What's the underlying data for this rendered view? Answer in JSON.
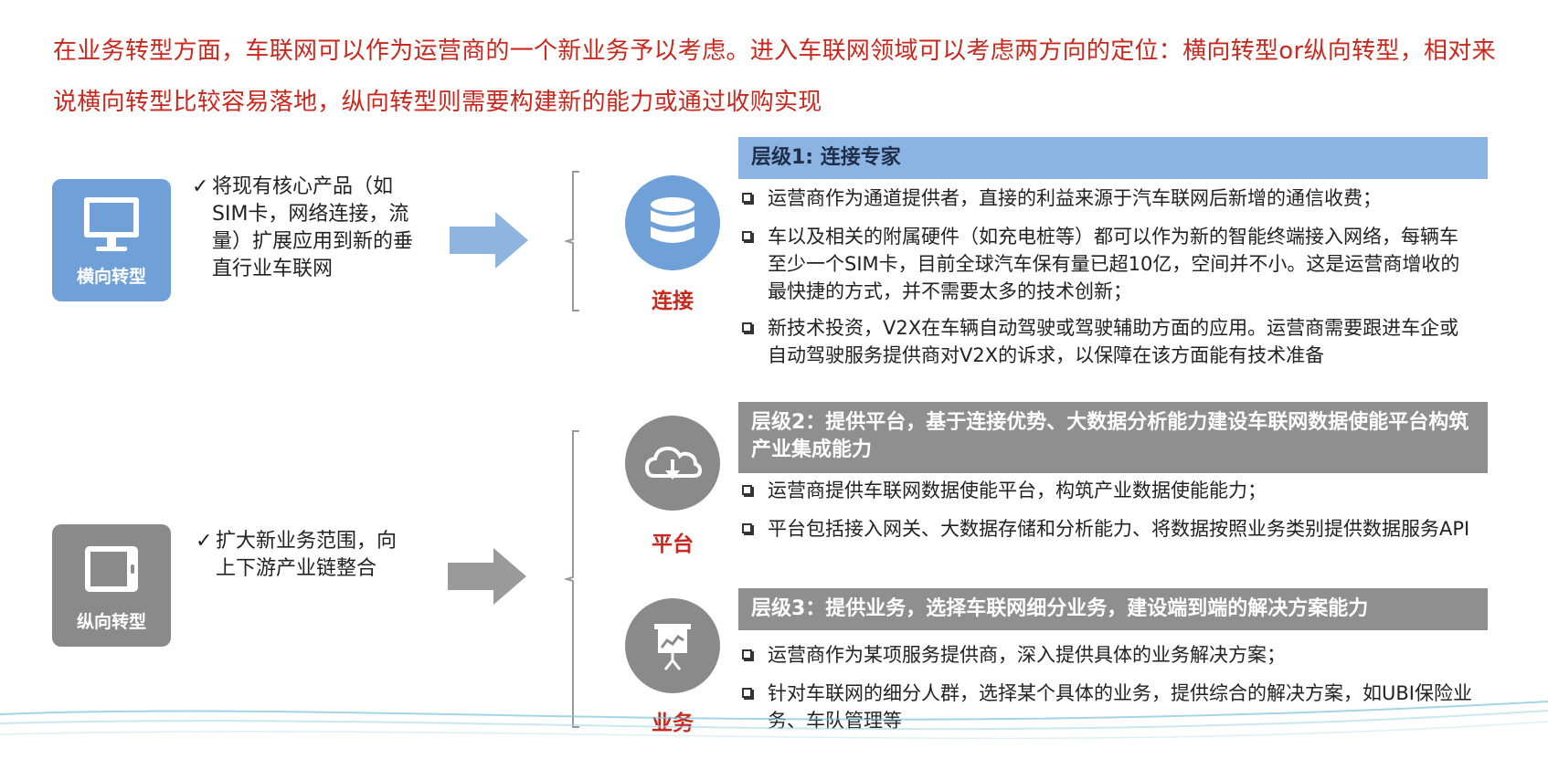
{
  "headline": "在业务转型方面，车联网可以作为运营商的一个新业务予以考虑。进入车联网领域可以考虑两方向的定位：横向转型or纵向转型，相对来说横向转型比较容易落地，纵向转型则需要构建新的能力或通过收购实现",
  "tracks": {
    "horizontal": {
      "label": "横向转型",
      "icon": "monitor-icon",
      "check": "✓",
      "desc": "将现有核心产品（如SIM卡，网络连接，流量）扩展应用到新的垂直行业车联网"
    },
    "vertical": {
      "label": "纵向转型",
      "icon": "tablet-icon",
      "check": "✓",
      "desc": "扩大新业务范围，向上下游产业链整合"
    }
  },
  "circles": [
    {
      "label": "连接",
      "icon": "database-icon",
      "color": "#6fa0d8"
    },
    {
      "label": "平台",
      "icon": "cloud-download-icon",
      "color": "#8a8a8a"
    },
    {
      "label": "业务",
      "icon": "presentation-board-icon",
      "color": "#8a8a8a"
    }
  ],
  "levels": [
    {
      "header": "层级1: 连接专家",
      "header_color": "#8cb4e2",
      "items": [
        "运营商作为通道提供者，直接的利益来源于汽车联网后新增的通信收费；",
        "车以及相关的附属硬件（如充电桩等）都可以作为新的智能终端接入网络，每辆车至少一个SIM卡，目前全球汽车保有量已超10亿，空间并不小。这是运营商增收的最快捷的方式，并不需要太多的技术创新；",
        "新技术投资，V2X在车辆自动驾驶或驾驶辅助方面的应用。运营商需要跟进车企或自动驾驶服务提供商对V2X的诉求，以保障在该方面能有技术准备"
      ]
    },
    {
      "header": "层级2：提供平台，基于连接优势、大数据分析能力建设车联网数据使能平台构筑产业集成能力",
      "header_color": "#8f8f8f",
      "items": [
        "运营商提供车联网数据使能平台，构筑产业数据使能能力；",
        "平台包括接入网关、大数据存储和分析能力、将数据按照业务类别提供数据服务API"
      ]
    },
    {
      "header": "层级3：提供业务，选择车联网细分业务，建设端到端的解决方案能力",
      "header_color": "#8f8f8f",
      "items": [
        "运营商作为某项服务提供商，深入提供具体的业务解决方案；",
        "针对车联网的细分人群，选择某个具体的业务，提供综合的解决方案，如UBI保险业务、车队管理等"
      ]
    }
  ],
  "colors": {
    "headline": "#c8281e",
    "accent_blue": "#6fa0d8",
    "accent_gray": "#8a8a8a",
    "arrow_blue": "#8fb4e0",
    "arrow_gray": "#9a9a9a",
    "wave": "#7fc3d8"
  }
}
